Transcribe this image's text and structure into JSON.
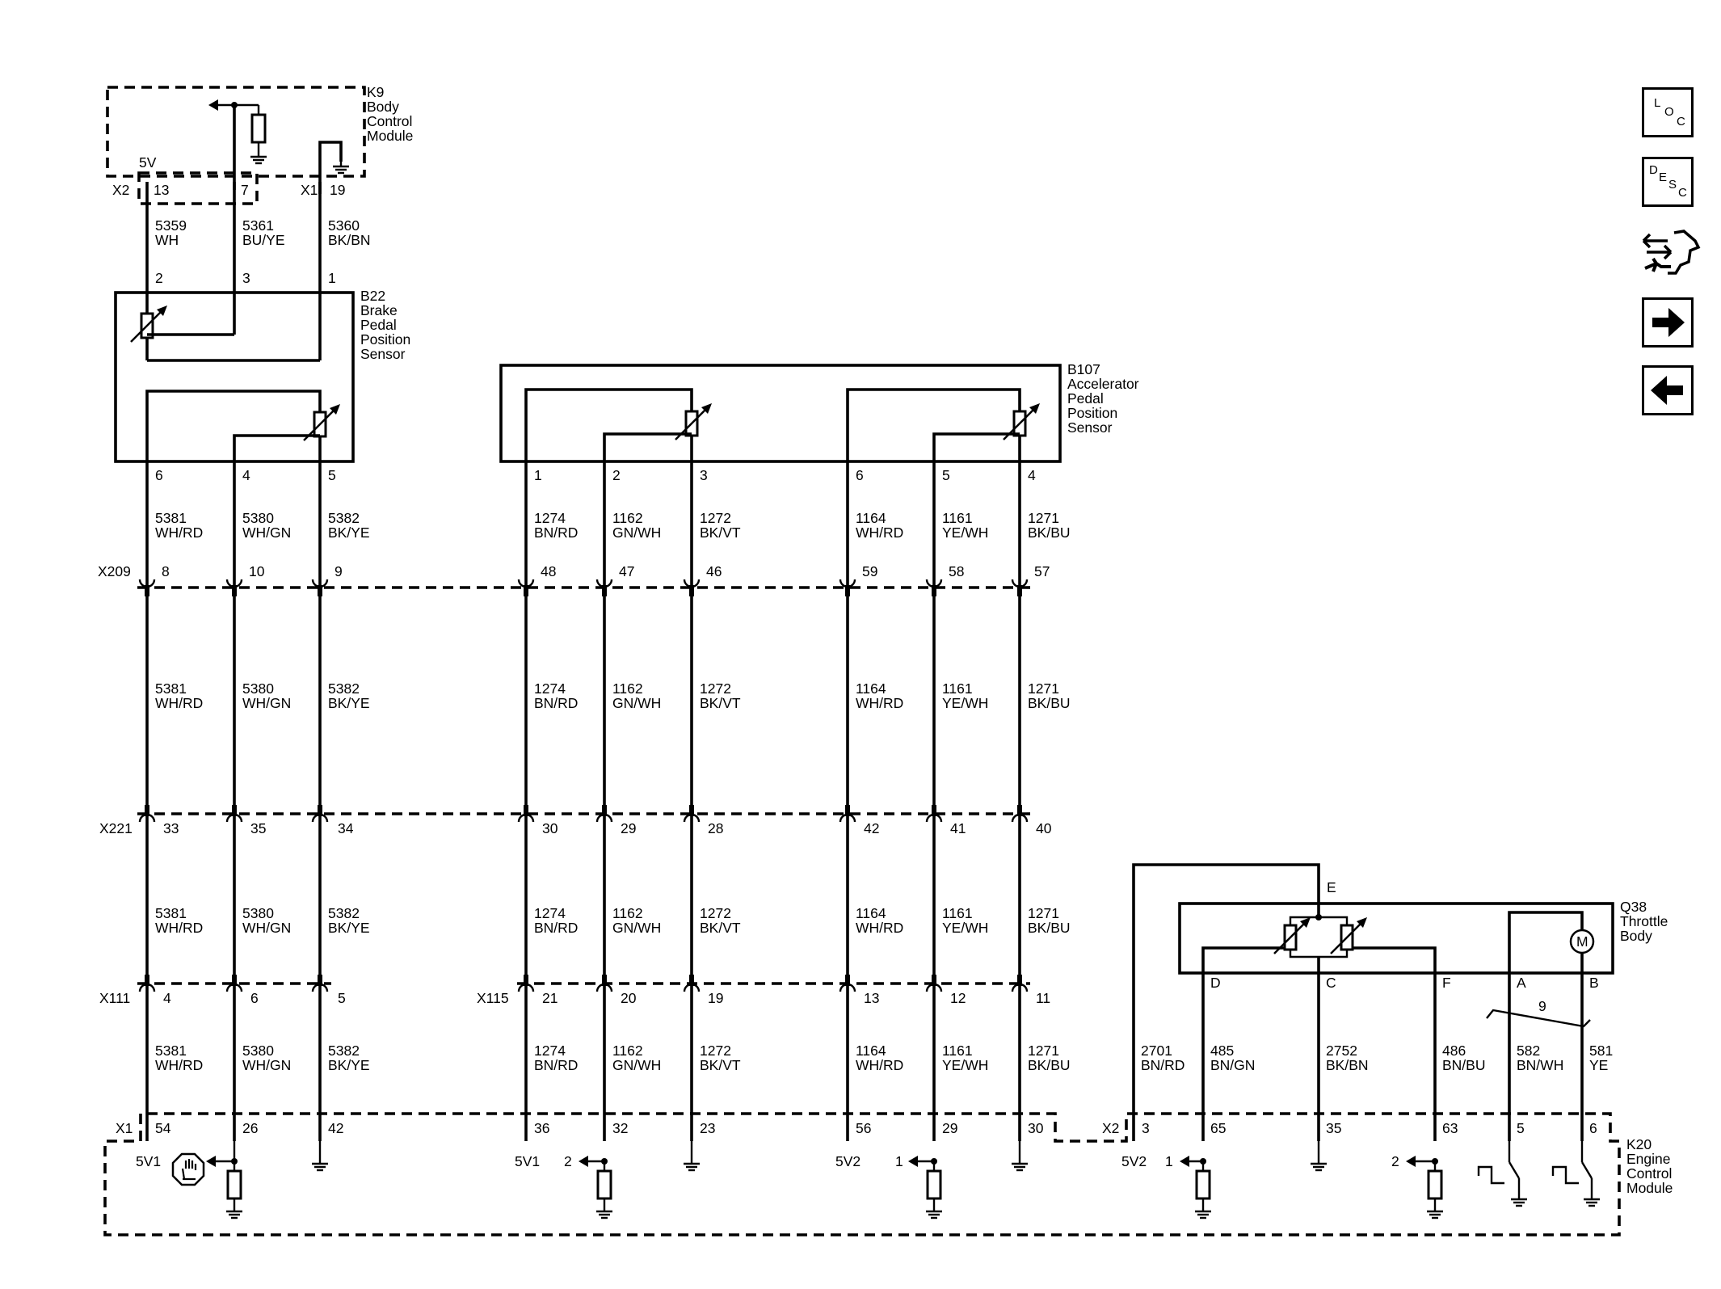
{
  "components": {
    "k9": {
      "id": "K9",
      "line1": "Body",
      "line2": "Control",
      "line3": "Module"
    },
    "b22": {
      "id": "B22",
      "line1": "Brake",
      "line2": "Pedal",
      "line3": "Position",
      "line4": "Sensor"
    },
    "b107": {
      "id": "B107",
      "line1": "Accelerator",
      "line2": "Pedal",
      "line3": "Position",
      "line4": "Sensor"
    },
    "q38": {
      "id": "Q38",
      "line1": "Throttle",
      "line2": "Body"
    },
    "k20": {
      "id": "K20",
      "line1": "Engine",
      "line2": "Control",
      "line3": "Module"
    }
  },
  "k9_labels": {
    "v5": "5V",
    "x2": "X2",
    "x1": "X1",
    "p13": "13",
    "p7": "7",
    "p19": "19"
  },
  "b22_pins": {
    "p2": "2",
    "p3": "3",
    "p1": "1",
    "p6": "6",
    "p4": "4",
    "p5": "5"
  },
  "b107_pins": {
    "p1": "1",
    "p2": "2",
    "p3": "3",
    "p6": "6",
    "p5": "5",
    "p4": "4"
  },
  "top_wires": [
    {
      "circuit": "5359",
      "color": "WH"
    },
    {
      "circuit": "5361",
      "color": "BU/YE"
    },
    {
      "circuit": "5360",
      "color": "BK/BN"
    }
  ],
  "wires": [
    {
      "circuit": "5381",
      "color": "WH/RD"
    },
    {
      "circuit": "5380",
      "color": "WH/GN"
    },
    {
      "circuit": "5382",
      "color": "BK/YE"
    },
    {
      "circuit": "1274",
      "color": "BN/RD"
    },
    {
      "circuit": "1162",
      "color": "GN/WH"
    },
    {
      "circuit": "1272",
      "color": "BK/VT"
    },
    {
      "circuit": "1164",
      "color": "WH/RD"
    },
    {
      "circuit": "1161",
      "color": "YE/WH"
    },
    {
      "circuit": "1271",
      "color": "BK/BU"
    }
  ],
  "connectors": {
    "x209": {
      "label": "X209",
      "pins": [
        "8",
        "10",
        "9",
        "48",
        "47",
        "46",
        "59",
        "58",
        "57"
      ]
    },
    "x221": {
      "label": "X221",
      "pins": [
        "33",
        "35",
        "34",
        "30",
        "29",
        "28",
        "42",
        "41",
        "40"
      ]
    },
    "x111": {
      "label": "X111",
      "pins": [
        "4",
        "6",
        "5"
      ]
    },
    "x115": {
      "label": "X115",
      "pins": [
        "21",
        "20",
        "19",
        "13",
        "12",
        "11"
      ]
    },
    "k20x1": {
      "label": "X1",
      "pins": [
        "54",
        "26",
        "42",
        "36",
        "32",
        "23",
        "56",
        "29",
        "30"
      ]
    },
    "k20x2": {
      "label": "X2",
      "pins": [
        "3",
        "65",
        "35",
        "63",
        "5",
        "6"
      ]
    }
  },
  "q38_pins": {
    "e": "E",
    "d": "D",
    "c": "C",
    "f": "F",
    "a": "A",
    "b": "B",
    "motor": "M",
    "twist": "9"
  },
  "q38_wires": [
    {
      "circuit": "2701",
      "color": "BN/RD"
    },
    {
      "circuit": "485",
      "color": "BN/GN"
    },
    {
      "circuit": "2752",
      "color": "BK/BN"
    },
    {
      "circuit": "486",
      "color": "BN/BU"
    },
    {
      "circuit": "582",
      "color": "BN/WH"
    },
    {
      "circuit": "581",
      "color": "YE"
    }
  ],
  "ecm_labels": {
    "v5v1a": "5V1",
    "v5v1b": "5V1",
    "v5v2a": "5V2",
    "v5v2b": "5V2",
    "n2a": "2",
    "n1a": "1",
    "n1b": "1",
    "n2b": "2"
  },
  "nav": {
    "loc": [
      "L",
      "O",
      "C"
    ],
    "desc": [
      "D",
      "E",
      "S",
      "C"
    ],
    "service_icon": "diagnostic-tool-icon",
    "next_icon": "arrow-right-icon",
    "prev_icon": "arrow-left-icon"
  }
}
